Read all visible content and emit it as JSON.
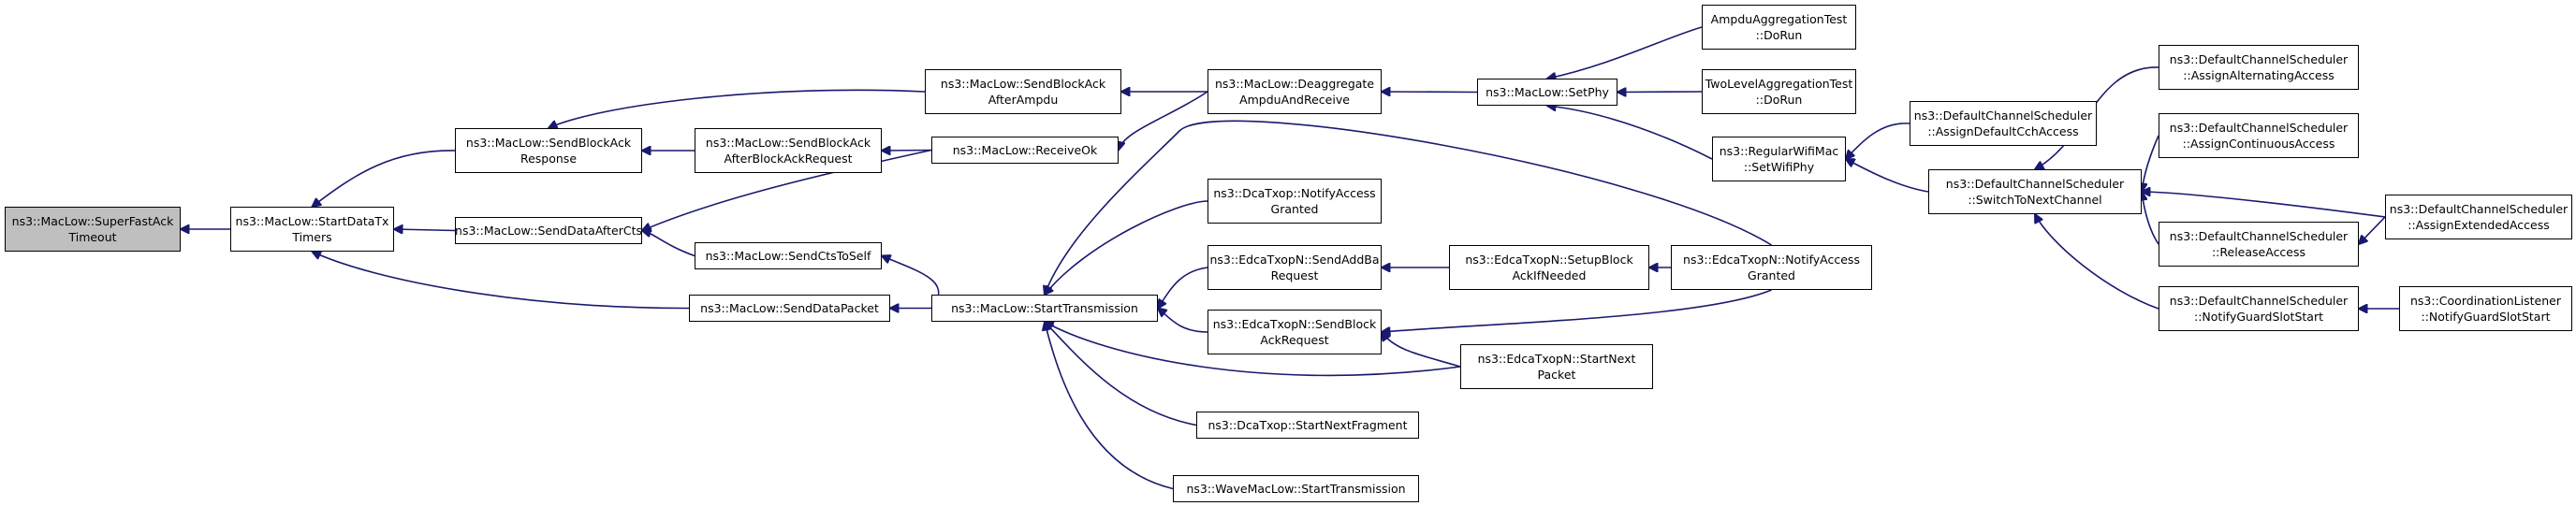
{
  "graph": {
    "focus_node": "superfastack",
    "colors": {
      "edge": "#191970",
      "border": "#000000",
      "focus_fill": "#bfbfbf",
      "fill": "#ffffff"
    },
    "nodes": [
      {
        "id": "superfastack",
        "lines": [
          "ns3::MacLow::SuperFastAck",
          "Timeout"
        ]
      },
      {
        "id": "startdatatxtimers",
        "lines": [
          "ns3::MacLow::StartDataTx",
          "Timers"
        ]
      },
      {
        "id": "sendblockackresponse",
        "lines": [
          "ns3::MacLow::SendBlockAck",
          "Response"
        ]
      },
      {
        "id": "senddataaftercts",
        "lines": [
          "ns3::MacLow::SendDataAfterCts"
        ]
      },
      {
        "id": "senddatapacket",
        "lines": [
          "ns3::MacLow::SendDataPacket"
        ]
      },
      {
        "id": "sendblockackafterampdu",
        "lines": [
          "ns3::MacLow::SendBlockAck",
          "AfterAmpdu"
        ]
      },
      {
        "id": "sendblockackafterbar",
        "lines": [
          "ns3::MacLow::SendBlockAck",
          "AfterBlockAckRequest"
        ]
      },
      {
        "id": "receiveok",
        "lines": [
          "ns3::MacLow::ReceiveOk"
        ]
      },
      {
        "id": "sendctstoself",
        "lines": [
          "ns3::MacLow::SendCtsToSelf"
        ]
      },
      {
        "id": "starttransmission",
        "lines": [
          "ns3::MacLow::StartTransmission"
        ]
      },
      {
        "id": "deaggregate",
        "lines": [
          "ns3::MacLow::Deaggregate",
          "AmpduAndReceive"
        ]
      },
      {
        "id": "setphy",
        "lines": [
          "ns3::MacLow::SetPhy"
        ]
      },
      {
        "id": "ampdutest",
        "lines": [
          "AmpduAggregationTest",
          "::DoRun"
        ]
      },
      {
        "id": "twoleveltest",
        "lines": [
          "TwoLevelAggregationTest",
          "::DoRun"
        ]
      },
      {
        "id": "setwifiphy",
        "lines": [
          "ns3::RegularWifiMac",
          "::SetWifiPhy"
        ]
      },
      {
        "id": "dcanotify",
        "lines": [
          "ns3::DcaTxop::NotifyAccess",
          "Granted"
        ]
      },
      {
        "id": "edcasendaddba",
        "lines": [
          "ns3::EdcaTxopN::SendAddBa",
          "Request"
        ]
      },
      {
        "id": "edcasendbar",
        "lines": [
          "ns3::EdcaTxopN::SendBlock",
          "AckRequest"
        ]
      },
      {
        "id": "dcastartnextfrag",
        "lines": [
          "ns3::DcaTxop::StartNextFragment"
        ]
      },
      {
        "id": "wavestarttx",
        "lines": [
          "ns3::WaveMacLow::StartTransmission"
        ]
      },
      {
        "id": "edcasetupblockack",
        "lines": [
          "ns3::EdcaTxopN::SetupBlock",
          "AckIfNeeded"
        ]
      },
      {
        "id": "edcanotifyaccess",
        "lines": [
          "ns3::EdcaTxopN::NotifyAccess",
          "Granted"
        ]
      },
      {
        "id": "edcastartnextpacket",
        "lines": [
          "ns3::EdcaTxopN::StartNext",
          "Packet"
        ]
      },
      {
        "id": "assigndefaultcch",
        "lines": [
          "ns3::DefaultChannelScheduler",
          "::AssignDefaultCchAccess"
        ]
      },
      {
        "id": "switchtonext",
        "lines": [
          "ns3::DefaultChannelScheduler",
          "::SwitchToNextChannel"
        ]
      },
      {
        "id": "assignalternating",
        "lines": [
          "ns3::DefaultChannelScheduler",
          "::AssignAlternatingAccess"
        ]
      },
      {
        "id": "assigncontinuous",
        "lines": [
          "ns3::DefaultChannelScheduler",
          "::AssignContinuousAccess"
        ]
      },
      {
        "id": "releaseaccess",
        "lines": [
          "ns3::DefaultChannelScheduler",
          "::ReleaseAccess"
        ]
      },
      {
        "id": "notifyguardslot",
        "lines": [
          "ns3::DefaultChannelScheduler",
          "::NotifyGuardSlotStart"
        ]
      },
      {
        "id": "assignextended",
        "lines": [
          "ns3::DefaultChannelScheduler",
          "::AssignExtendedAccess"
        ]
      },
      {
        "id": "coordlistener",
        "lines": [
          "ns3::CoordinationListener",
          "::NotifyGuardSlotStart"
        ]
      }
    ],
    "edges": [
      {
        "from": "startdatatxtimers",
        "to": "superfastack"
      },
      {
        "from": "sendblockackresponse",
        "to": "startdatatxtimers"
      },
      {
        "from": "senddataaftercts",
        "to": "startdatatxtimers"
      },
      {
        "from": "senddatapacket",
        "to": "startdatatxtimers"
      },
      {
        "from": "sendblockackafterampdu",
        "to": "sendblockackresponse"
      },
      {
        "from": "sendblockackafterbar",
        "to": "sendblockackresponse"
      },
      {
        "from": "receiveok",
        "to": "senddataaftercts"
      },
      {
        "from": "sendctstoself",
        "to": "senddataaftercts"
      },
      {
        "from": "starttransmission",
        "to": "senddatapacket"
      },
      {
        "from": "deaggregate",
        "to": "sendblockackafterampdu"
      },
      {
        "from": "receiveok",
        "to": "sendblockackafterbar"
      },
      {
        "from": "deaggregate",
        "to": "receiveok"
      },
      {
        "from": "starttransmission",
        "to": "sendctstoself"
      },
      {
        "from": "setphy",
        "to": "deaggregate"
      },
      {
        "from": "ampdutest",
        "to": "setphy"
      },
      {
        "from": "twoleveltest",
        "to": "setphy"
      },
      {
        "from": "setwifiphy",
        "to": "setphy"
      },
      {
        "from": "dcanotify",
        "to": "starttransmission"
      },
      {
        "from": "edcasendaddba",
        "to": "starttransmission"
      },
      {
        "from": "edcasendbar",
        "to": "starttransmission"
      },
      {
        "from": "dcastartnextfrag",
        "to": "starttransmission"
      },
      {
        "from": "wavestarttx",
        "to": "starttransmission"
      },
      {
        "from": "edcanotifyaccess",
        "to": "starttransmission"
      },
      {
        "from": "edcastartnextpacket",
        "to": "starttransmission"
      },
      {
        "from": "edcasetupblockack",
        "to": "edcasendaddba"
      },
      {
        "from": "edcanotifyaccess",
        "to": "edcasendbar"
      },
      {
        "from": "edcastartnextpacket",
        "to": "edcasendbar"
      },
      {
        "from": "edcanotifyaccess",
        "to": "edcasetupblockack"
      },
      {
        "from": "assigndefaultcch",
        "to": "setwifiphy"
      },
      {
        "from": "switchtonext",
        "to": "setwifiphy"
      },
      {
        "from": "assignalternating",
        "to": "switchtonext"
      },
      {
        "from": "assigncontinuous",
        "to": "switchtonext"
      },
      {
        "from": "releaseaccess",
        "to": "switchtonext"
      },
      {
        "from": "notifyguardslot",
        "to": "switchtonext"
      },
      {
        "from": "assignextended",
        "to": "switchtonext"
      },
      {
        "from": "assignextended",
        "to": "releaseaccess"
      },
      {
        "from": "coordlistener",
        "to": "notifyguardslot"
      }
    ]
  }
}
